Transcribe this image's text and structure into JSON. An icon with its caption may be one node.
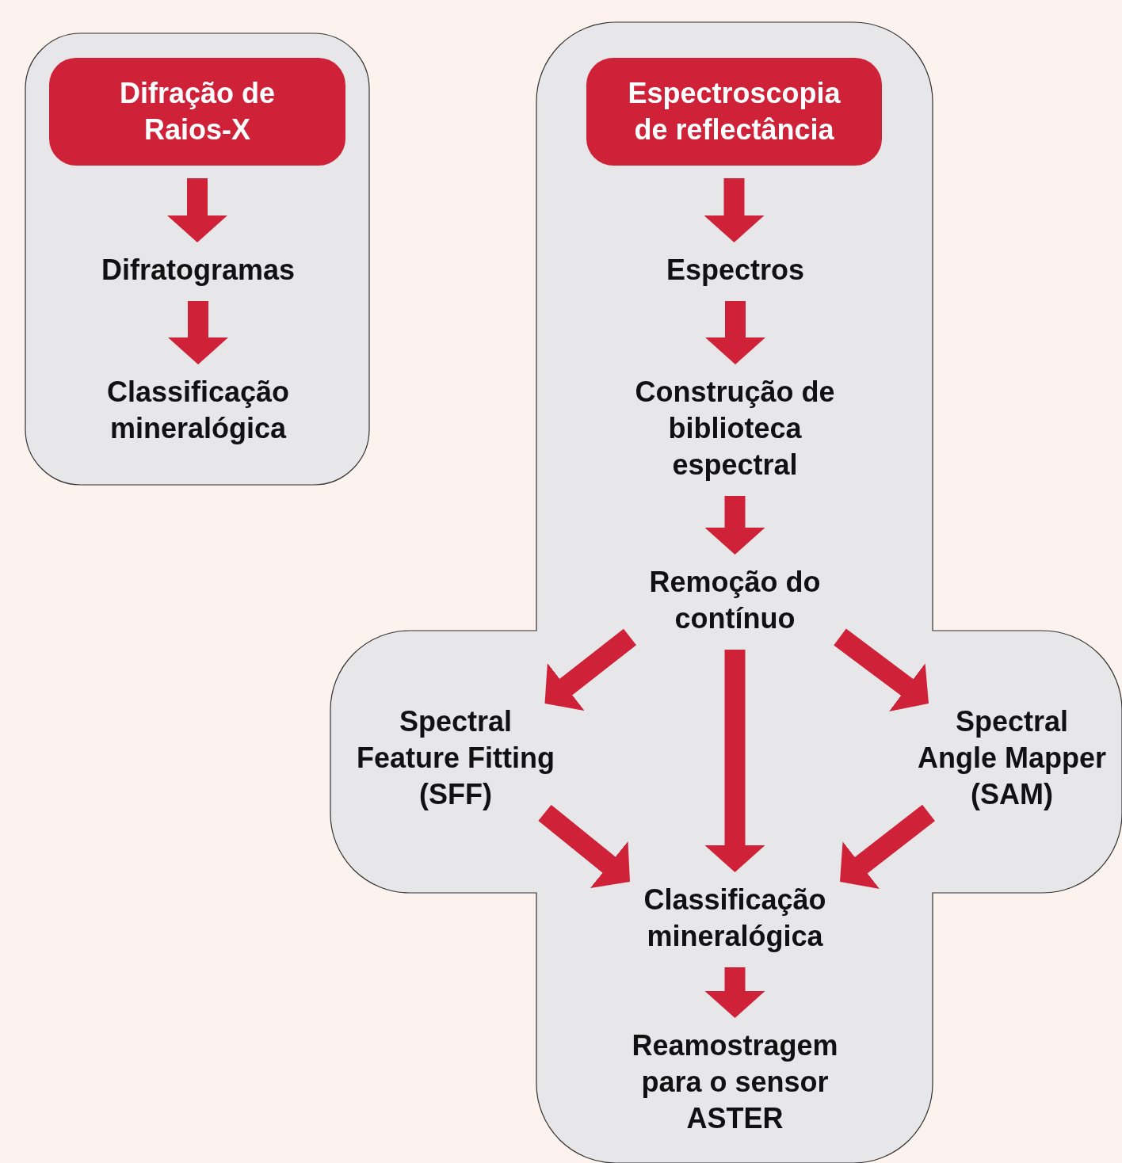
{
  "diagram": {
    "nodes": [
      {
        "text": [],
        "shape": "box"
      },
      {
        "text": [
          "Difração de Raios-X"
        ],
        "in": 0
      },
      {
        "text": [
          "Difratogramas"
        ],
        "in": 0
      },
      {
        "text": [
          "Classificação mineralógica"
        ],
        "in": 0
      },
      {
        "text": [],
        "shape": "cross"
      },
      {
        "text": [
          "Espectroscopia de reflectância"
        ],
        "in": 4
      },
      {
        "text": [
          "Espectros"
        ],
        "in": 4
      },
      {
        "text": [
          "Construção de biblioteca espectral"
        ],
        "in": 4
      },
      {
        "text": [
          "Remoção do contínuo"
        ],
        "in": 4
      },
      {
        "text": [
          "Spectral Feature Fitting (SFF)"
        ],
        "in": 4
      },
      {
        "text": [
          "Spectral Angle Mapper (SAM)"
        ],
        "in": 4
      },
      {
        "text": [
          "Classificação mineralógica"
        ],
        "in": 4
      },
      {
        "text": [
          "Reamostragem para o sensor ASTER"
        ],
        "in": 4
      }
    ],
    "edges": [
      {
        "from": 1,
        "to": 2,
        "arrow": "to"
      },
      {
        "from": 2,
        "to": 3,
        "arrow": "to"
      },
      {
        "from": 5,
        "to": 6,
        "arrow": "to"
      },
      {
        "from": 6,
        "to": 7,
        "arrow": "to"
      },
      {
        "from": 7,
        "to": 8,
        "arrow": "to"
      },
      {
        "from": 8,
        "to": 9,
        "arrow": "to"
      },
      {
        "from": 8,
        "to": 11,
        "arrow": "to"
      },
      {
        "from": 8,
        "to": 10,
        "arrow": "to"
      },
      {
        "from": 9,
        "to": 11,
        "arrow": "to"
      },
      {
        "from": 10,
        "to": 11,
        "arrow": "to"
      },
      {
        "from": 11,
        "to": 12,
        "arrow": "to"
      }
    ]
  }
}
